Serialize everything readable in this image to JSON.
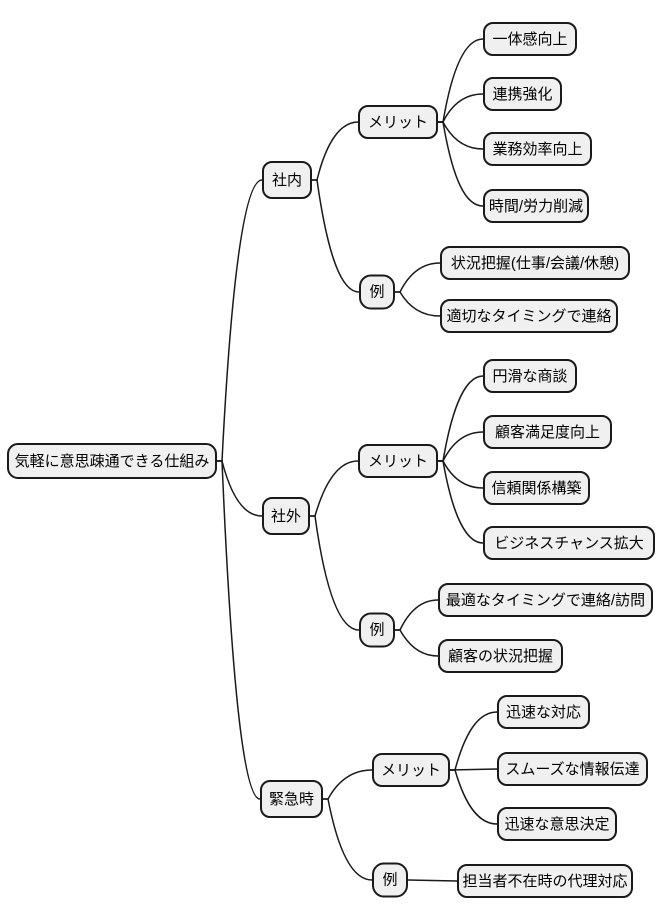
{
  "colors": {
    "background": "#ffffff",
    "node_fill": "#f0f0f0",
    "node_border": "#1a1a1a",
    "line": "#1a1a1a",
    "text": "#000000"
  },
  "mindmap": {
    "root": "気軽に意思疎通できる仕組み",
    "branches": [
      {
        "label": "社内",
        "merit_label": "メリット",
        "example_label": "例",
        "merits": [
          "一体感向上",
          "連携強化",
          "業務効率向上",
          "時間/労力削減"
        ],
        "examples": [
          "状況把握(仕事/会議/休憩)",
          "適切なタイミングで連絡"
        ]
      },
      {
        "label": "社外",
        "merit_label": "メリット",
        "example_label": "例",
        "merits": [
          "円滑な商談",
          "顧客満足度向上",
          "信頼関係構築",
          "ビジネスチャンス拡大"
        ],
        "examples": [
          "最適なタイミングで連絡/訪問",
          "顧客の状況把握"
        ]
      },
      {
        "label": "緊急時",
        "merit_label": "メリット",
        "example_label": "例",
        "merits": [
          "迅速な対応",
          "スムーズな情報伝達",
          "迅速な意思決定"
        ],
        "examples": [
          "担当者不在時の代理対応"
        ]
      }
    ]
  }
}
